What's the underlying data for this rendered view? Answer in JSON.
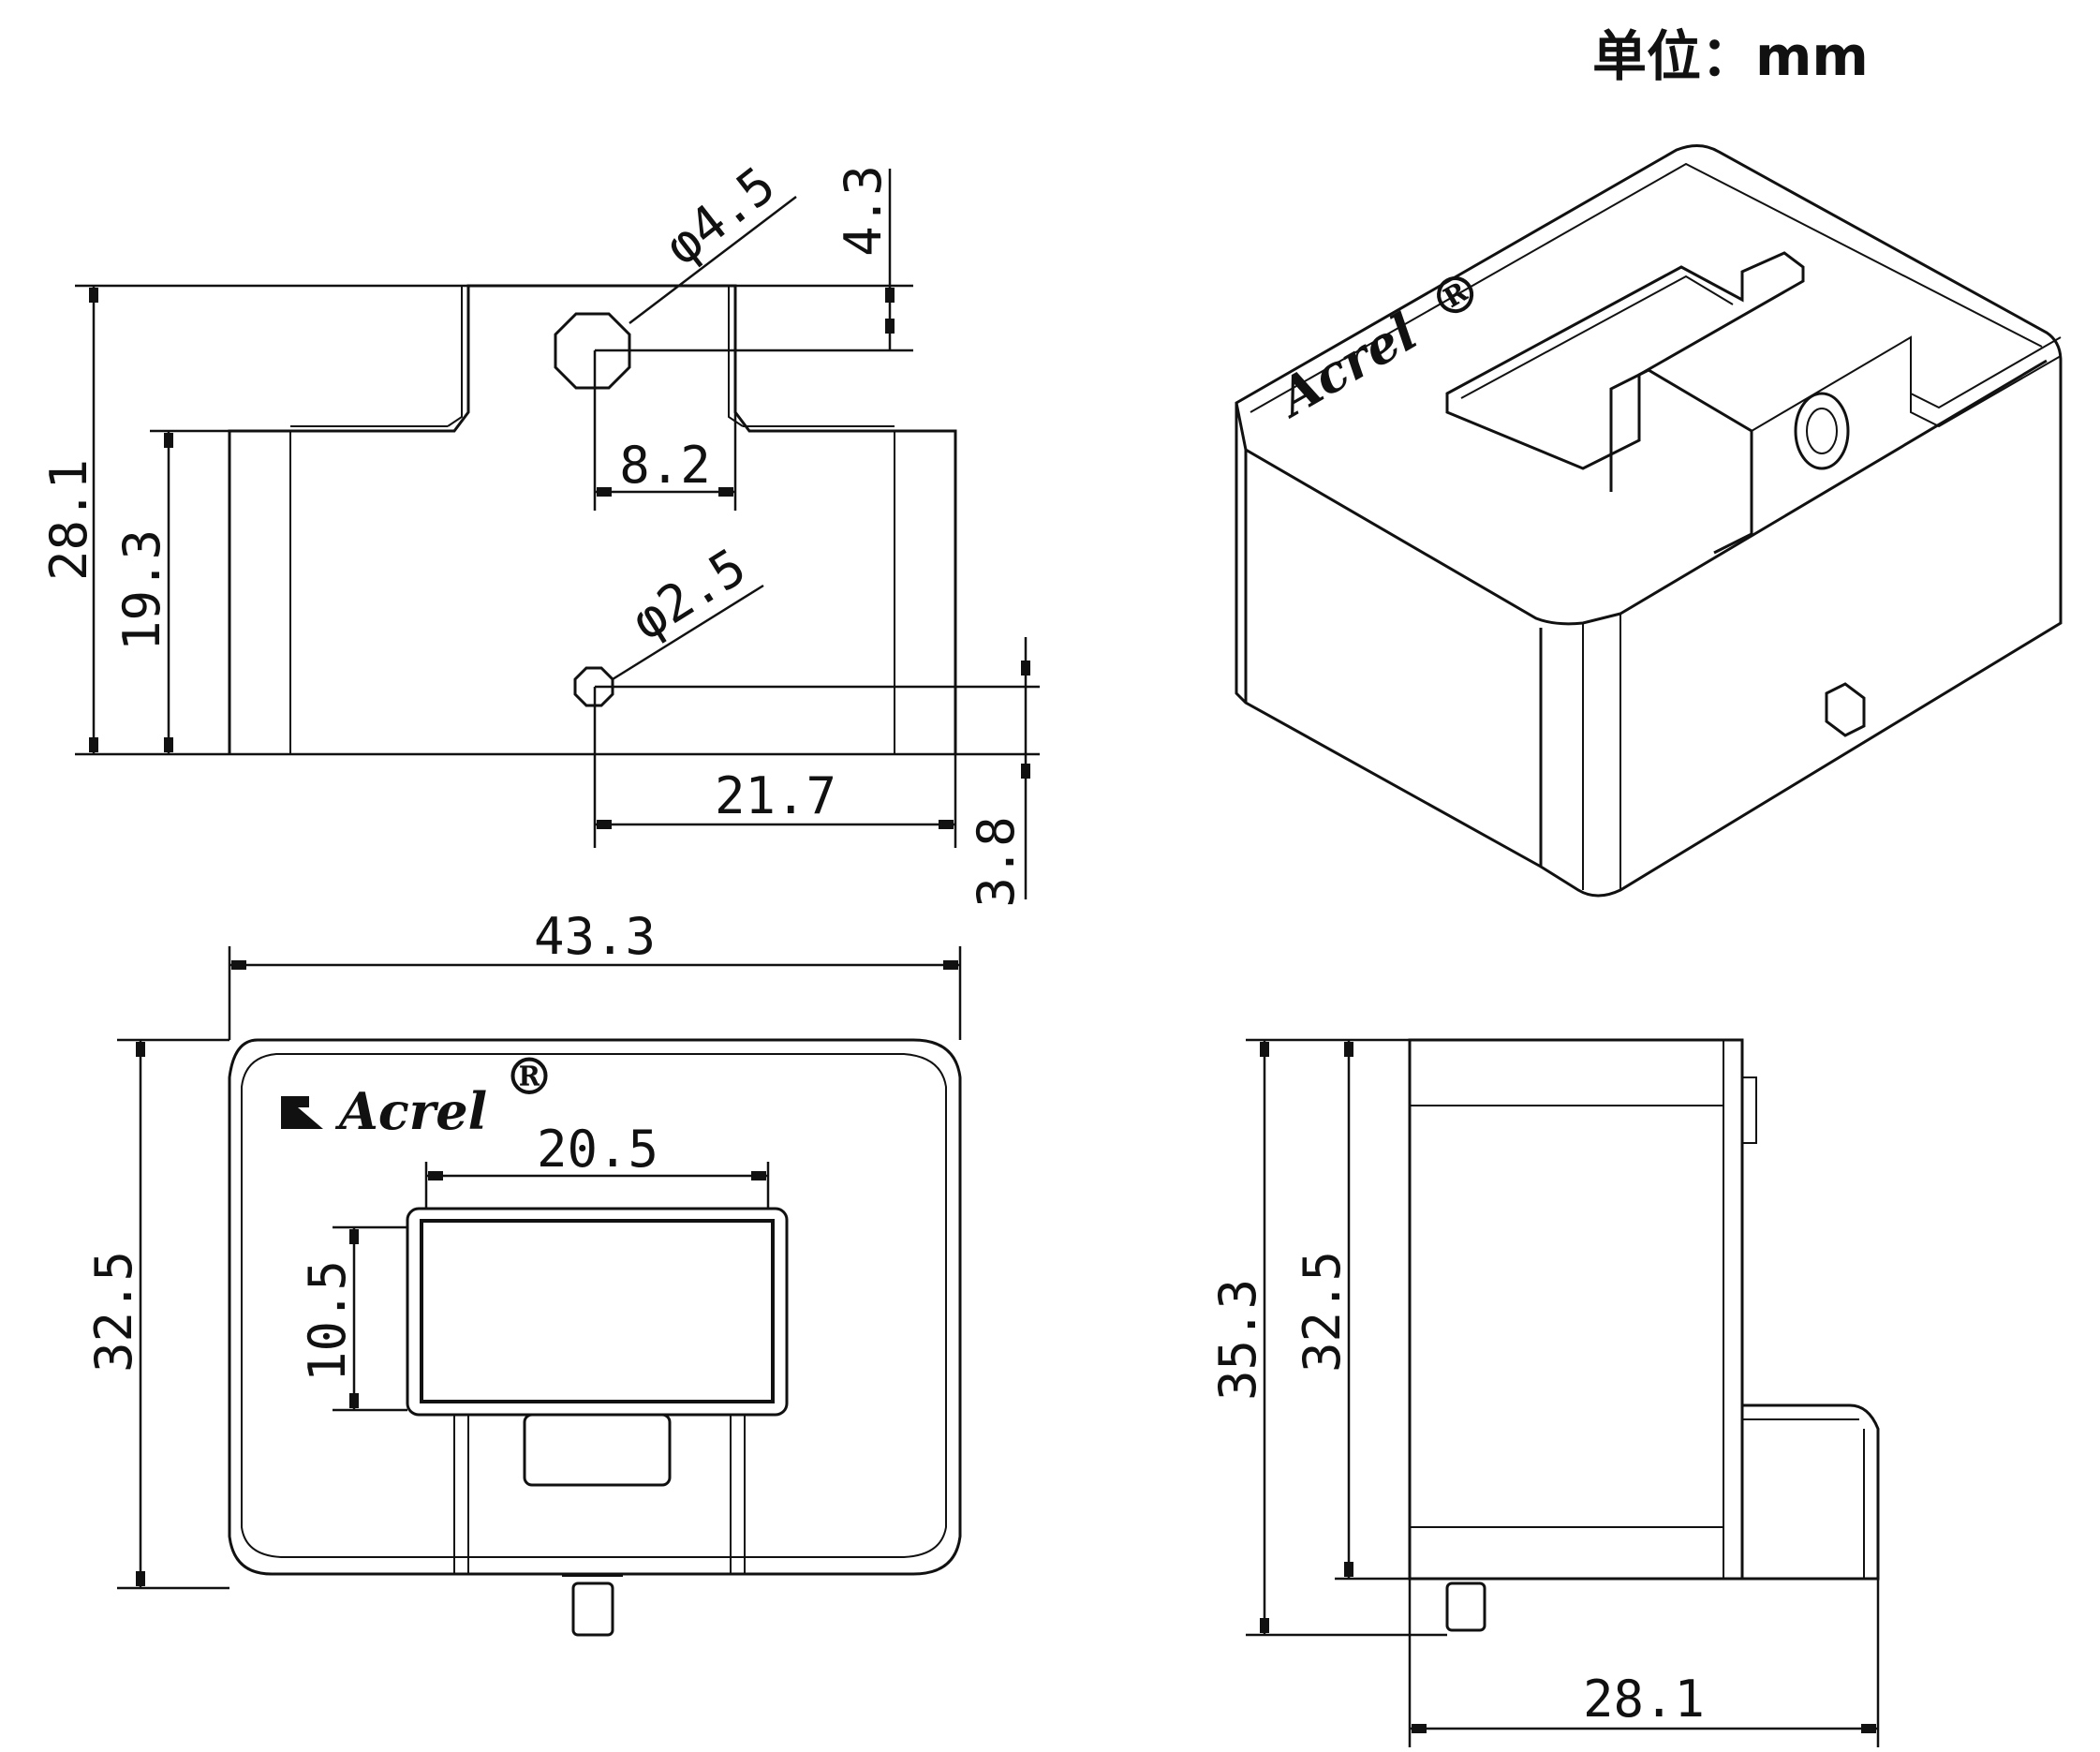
{
  "unit_label": "单位：mm",
  "brand": {
    "name": "Acrel",
    "mark": "®"
  },
  "views": {
    "front": {
      "dims": {
        "total_height": "28.1",
        "pin_height": "19.3",
        "top_offset": "4.3",
        "big_hole": "φ4.5",
        "hole_spacing": "8.2",
        "small_hole": "φ2.5",
        "pin_spacing": "21.7",
        "bottom_offset": "3.8"
      }
    },
    "top": {
      "dims": {
        "width": "43.3",
        "depth": "32.5",
        "window_width": "20.5",
        "window_height": "10.5"
      }
    },
    "side": {
      "dims": {
        "overall_height": "35.3",
        "body_height": "32.5",
        "depth": "28.1"
      }
    }
  }
}
